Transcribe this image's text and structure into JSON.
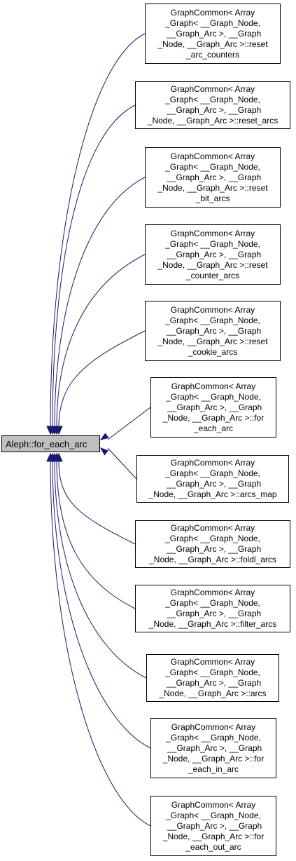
{
  "root": {
    "label": "Aleph::for_each_arc"
  },
  "callers": [
    {
      "label": "GraphCommon< Array\n_Graph< __Graph_Node,\n __Graph_Arc >, __Graph\n_Node, __Graph_Arc >::reset\n_arc_counters"
    },
    {
      "label": "GraphCommon< Array\n_Graph< __Graph_Node,\n __Graph_Arc >, __Graph\n_Node, __Graph_Arc >::reset_arcs"
    },
    {
      "label": "GraphCommon< Array\n_Graph< __Graph_Node,\n __Graph_Arc >, __Graph\n_Node, __Graph_Arc >::reset\n_bit_arcs"
    },
    {
      "label": "GraphCommon< Array\n_Graph< __Graph_Node,\n __Graph_Arc >, __Graph\n_Node, __Graph_Arc >::reset\n_counter_arcs"
    },
    {
      "label": "GraphCommon< Array\n_Graph< __Graph_Node,\n __Graph_Arc >, __Graph\n_Node, __Graph_Arc >::reset\n_cookie_arcs"
    },
    {
      "label": "GraphCommon< Array\n_Graph< __Graph_Node,\n __Graph_Arc >, __Graph\n_Node, __Graph_Arc >::for\n_each_arc"
    },
    {
      "label": "GraphCommon< Array\n_Graph< __Graph_Node,\n __Graph_Arc >, __Graph\n_Node, __Graph_Arc >::arcs_map"
    },
    {
      "label": "GraphCommon< Array\n_Graph< __Graph_Node,\n __Graph_Arc >, __Graph\n_Node, __Graph_Arc >::foldl_arcs"
    },
    {
      "label": "GraphCommon< Array\n_Graph< __Graph_Node,\n __Graph_Arc >, __Graph\n_Node, __Graph_Arc >::filter_arcs"
    },
    {
      "label": "GraphCommon< Array\n_Graph< __Graph_Node,\n __Graph_Arc >, __Graph\n_Node, __Graph_Arc >::arcs"
    },
    {
      "label": "GraphCommon< Array\n_Graph< __Graph_Node,\n __Graph_Arc >, __Graph\n_Node, __Graph_Arc >::for\n_each_in_arc"
    },
    {
      "label": "GraphCommon< Array\n_Graph< __Graph_Node,\n __Graph_Arc >, __Graph\n_Node, __Graph_Arc >::for\n_each_out_arc"
    }
  ],
  "colors": {
    "edge": "#191970",
    "root_fill": "#bfbfbf",
    "border": "#000000"
  }
}
